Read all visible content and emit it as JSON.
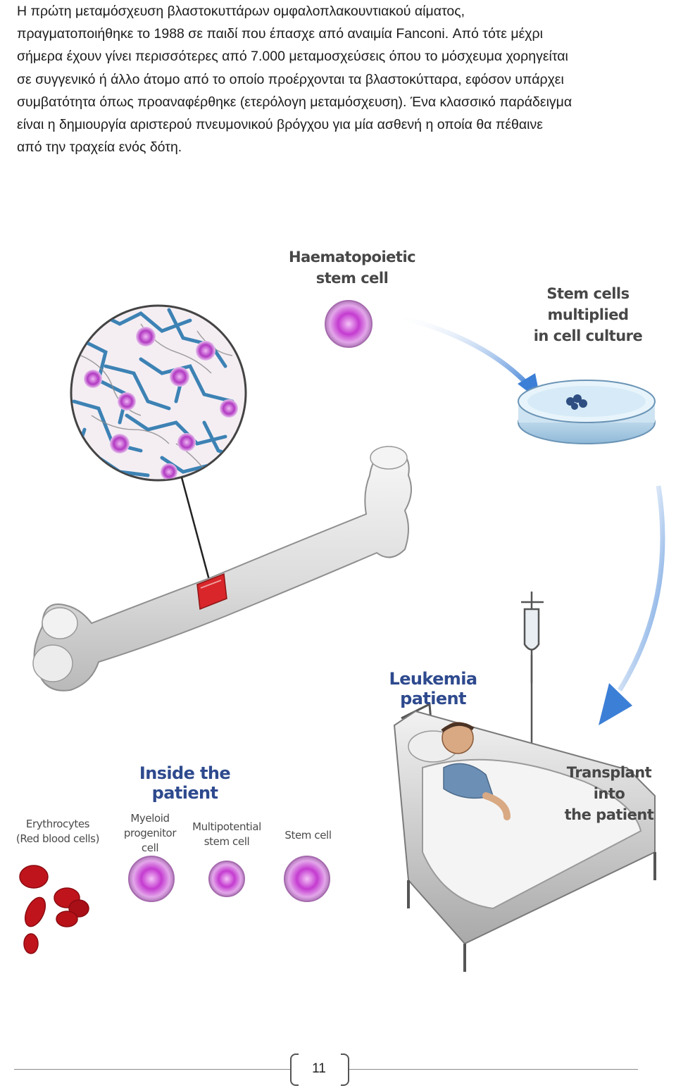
{
  "paragraph": {
    "lines": [
      "Η πρώτη μεταμόσχευση βλαστοκυττάρων ομφαλοπλακουντιακού αίματος,",
      "πραγματοποιήθηκε το 1988 σε παιδί που έπασχε από αναιμία Fanconi. Από τότε μέχρι",
      "σήμερα έχουν γίνει περισσότερες από 7.000 μεταμοσχεύσεις όπου το μόσχευμα χορηγείται",
      "σε συγγενικό ή άλλο άτομο από το οποίο προέρχονται τα βλαστοκύτταρα, εφόσον υπάρχει",
      "συμβατότητα όπως προαναφέρθηκε (ετερόλογη μεταμόσχευση). Ένα κλασσικό παράδειγμα",
      "είναι η δημιουργία αριστερού πνευμονικού βρόγχου για μία ασθενή η οποία θα πέθαινε",
      "από την τραχεία ενός δότη."
    ]
  },
  "figure": {
    "haematopoietic_label": "Haematopoietic\nstem cell",
    "culture_label": "Stem cells multiplied\nin cell culture",
    "leukemia_label": "Leukemia patient",
    "transplant_label": "Transplant into\nthe patient",
    "inside_label": "Inside the patient",
    "erythrocytes_label": "Erythrocytes\n(Red blood cells)",
    "myeloid_label": "Myeloid\nprogenitor\ncell",
    "multipotential_label": "Multipotential\nstem cell",
    "stemcell_label": "Stem cell",
    "colors": {
      "cell_purple": "#c43bd0",
      "arrow_blue": "#3c7fd6",
      "bone_grey": "#d9d9d9",
      "marrow_red": "#d8262a",
      "blood_red": "#c0141c",
      "heading_blue": "#2e4a8e"
    }
  },
  "footer": {
    "page_number": "11"
  }
}
